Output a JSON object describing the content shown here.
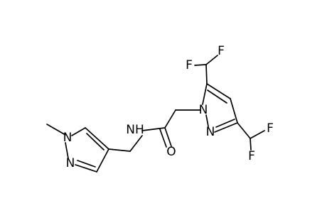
{
  "molecule": {
    "atoms": {
      "methyl_label": "",
      "n1_pyr_a": "N",
      "n2_pyr_a": "N",
      "amide_n": "NH",
      "amide_o": "O",
      "n1_pyr_b": "N",
      "n2_pyr_b": "N",
      "f_top_1": "F",
      "f_top_2": "F",
      "f_right_1": "F",
      "f_right_2": "F"
    }
  }
}
